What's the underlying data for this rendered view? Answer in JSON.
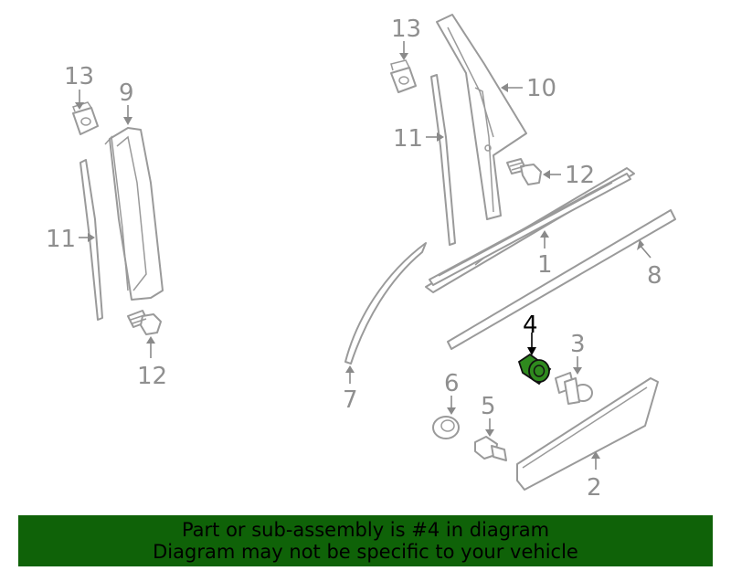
{
  "callouts": {
    "left_13": "13",
    "left_9": "9",
    "left_11": "11",
    "left_12": "12",
    "right_13": "13",
    "right_10": "10",
    "right_11": "11",
    "right_12": "12",
    "right_1": "1",
    "right_8": "8",
    "right_7": "7",
    "right_4": "4",
    "right_3": "3",
    "right_6": "6",
    "right_5": "5",
    "right_2": "2"
  },
  "highlight_part": "4",
  "colors": {
    "highlight_fill": "#2f8a1e",
    "banner_bg": "#0f6208",
    "line": "#9a9a9a"
  },
  "banner": {
    "line1": "Part or sub-assembly is #4 in diagram",
    "line2": "Diagram may not be specific to your vehicle"
  }
}
